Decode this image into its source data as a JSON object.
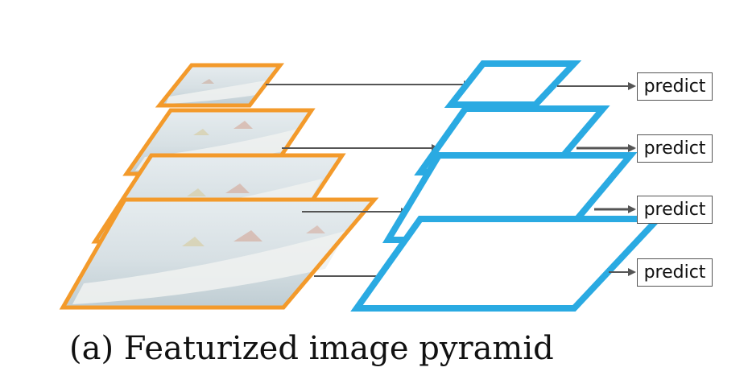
{
  "colors": {
    "image_border": "#f39a2b",
    "feature_border": "#2aaae2",
    "arrow": "#555555",
    "photo_sky": "#dfe6ea",
    "photo_sea": "#c9d6dc",
    "photo_hull": "#ecefee"
  },
  "levels": [
    {
      "predict_label": "predict"
    },
    {
      "predict_label": "predict"
    },
    {
      "predict_label": "predict"
    },
    {
      "predict_label": "predict"
    }
  ],
  "caption": "(a) Featurized image pyramid"
}
